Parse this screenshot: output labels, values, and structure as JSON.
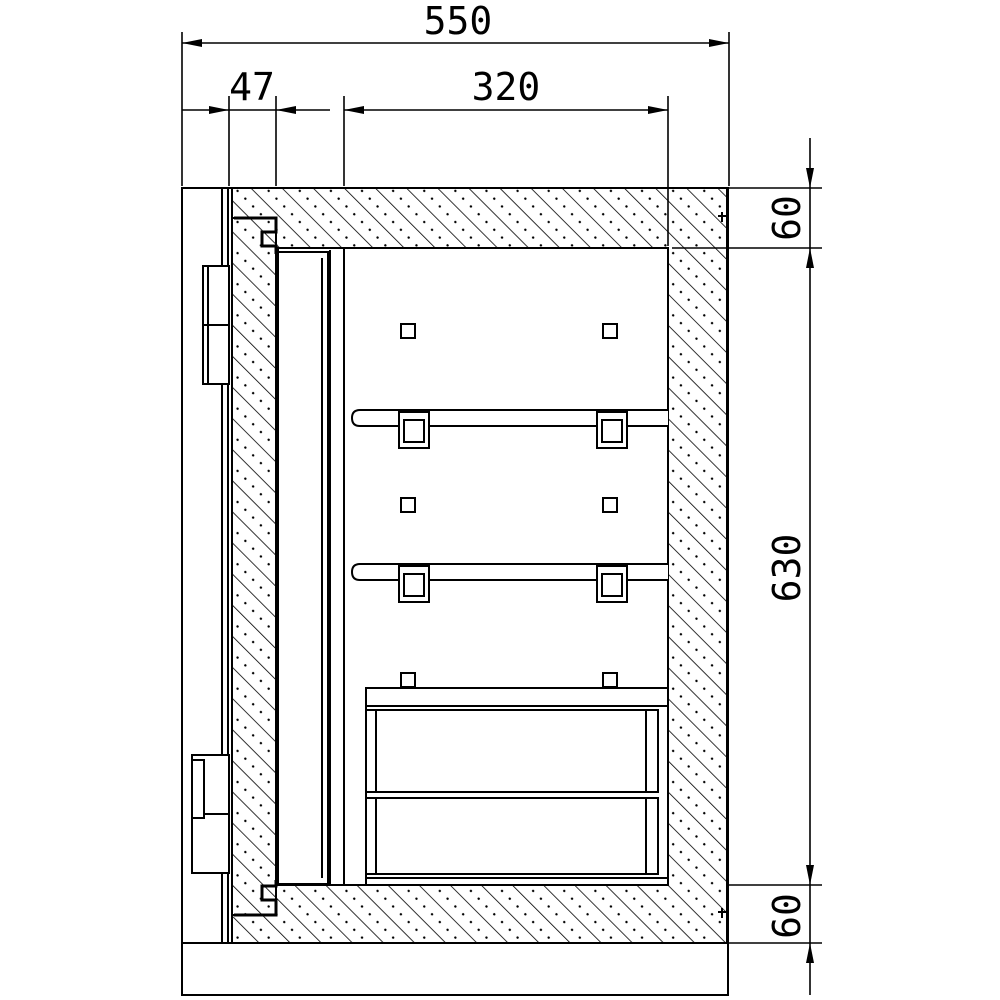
{
  "dimensions": {
    "overall_width": "550",
    "door_thickness": "47",
    "interior_width": "320",
    "top_wall": "60",
    "interior_height": "630",
    "bottom_wall": "60"
  },
  "colors": {
    "line": "#000000",
    "background": "#ffffff"
  }
}
